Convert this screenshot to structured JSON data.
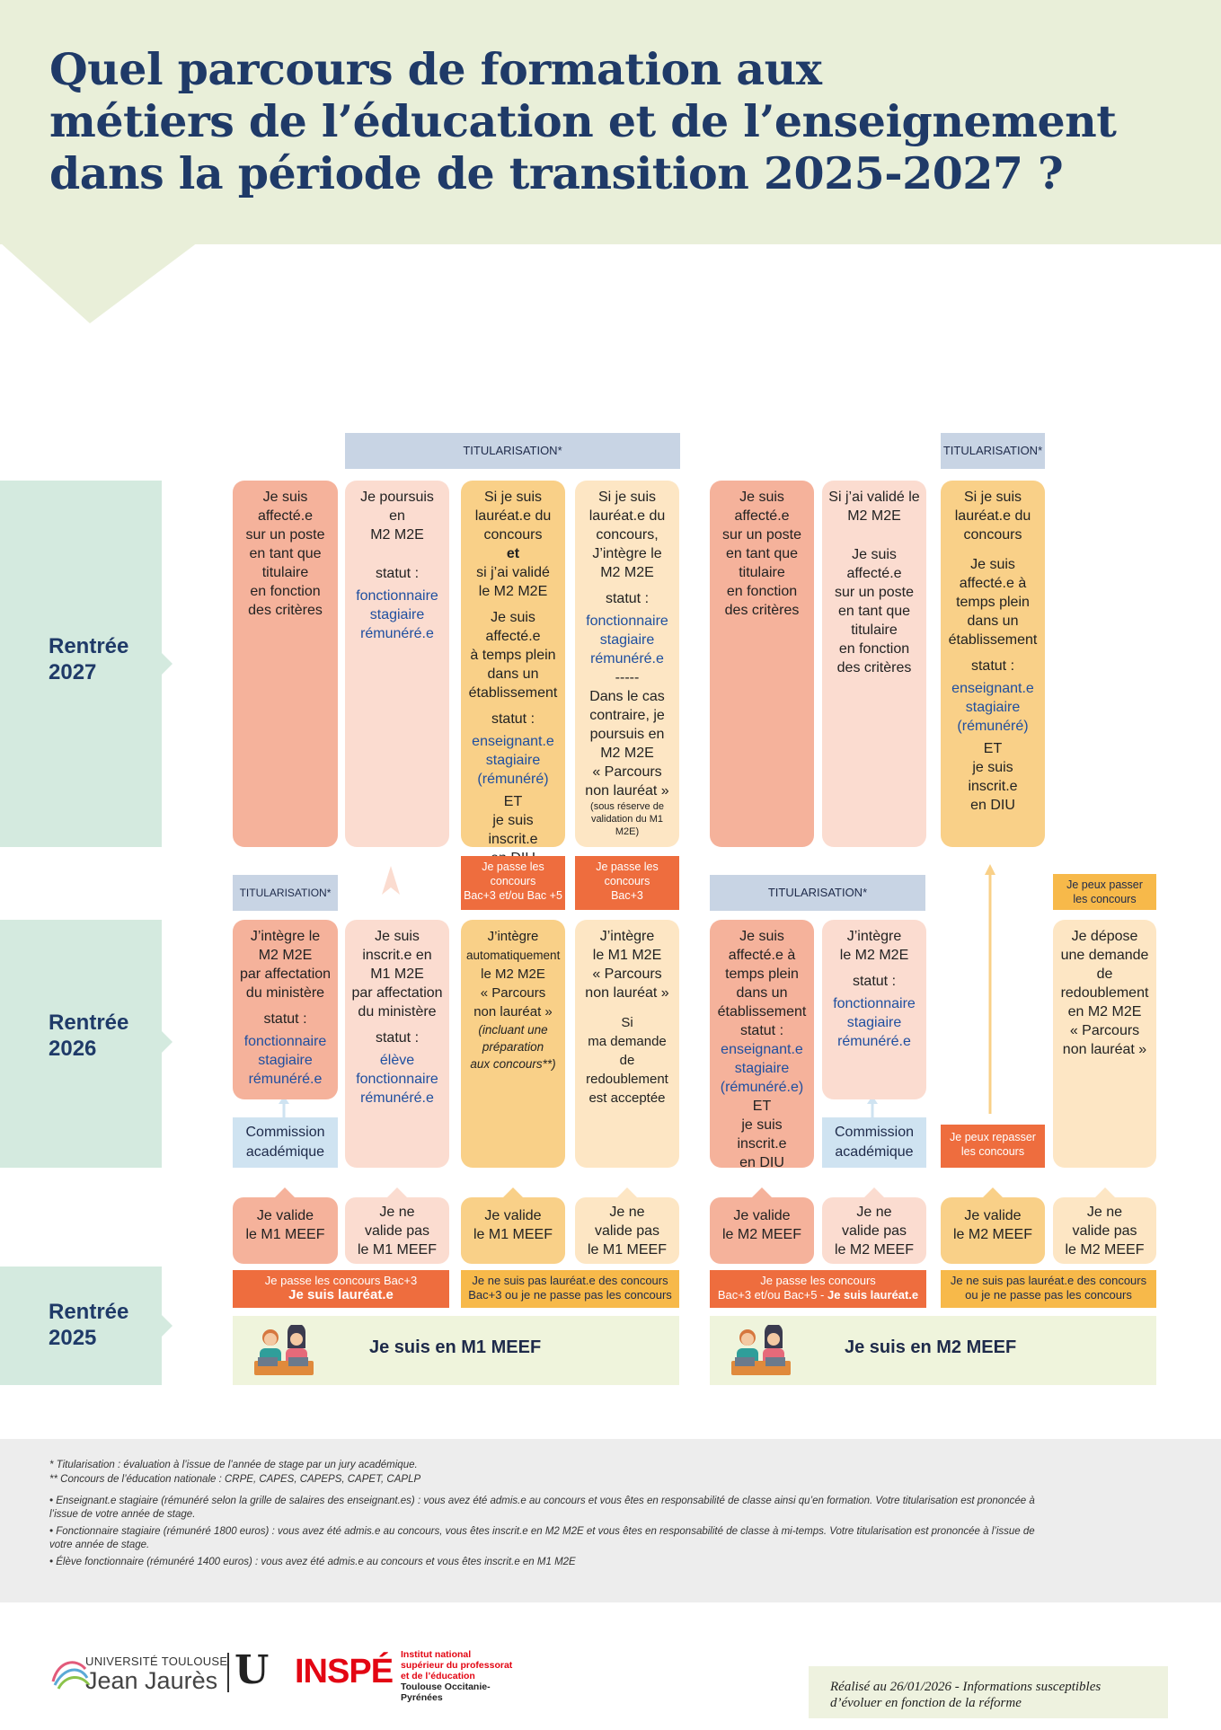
{
  "title": {
    "line1": "Quel parcours de formation aux",
    "line2": "métiers de l’éducation et de l’enseignement",
    "line3": "dans la période de transition 2025-2027 ?"
  },
  "rows": {
    "y2027": {
      "a": "Rentrée",
      "b": "2027"
    },
    "y2026": {
      "a": "Rentrée",
      "b": "2026"
    },
    "y2025": {
      "a": "Rentrée",
      "b": "2025"
    }
  },
  "titularisation": "TITULARISATION*",
  "r2027": {
    "b1": [
      "Je suis",
      "affecté.e",
      "sur un poste",
      "en tant que",
      "titulaire",
      "en fonction",
      "des critères"
    ],
    "b2": {
      "t1": "Je poursuis",
      "t2": "en",
      "t3": "M2 M2E",
      "statut": "statut :",
      "s1": "fonctionnaire",
      "s2": "stagiaire",
      "s3": "rémunéré.e"
    },
    "b3": {
      "t1": "Si je suis",
      "t2": "lauréat.e du",
      "t3": "concours",
      "et": "et",
      "t4": "si j’ai validé",
      "t5": "le M2 M2E",
      "t6": "Je suis affecté.e",
      "t7": "à temps plein",
      "t8": "dans un",
      "t9": "établissement",
      "statut": "statut :",
      "s1": "enseignant.e",
      "s2": "stagiaire",
      "s3": "(rémunéré)",
      "et2": "ET",
      "d1": "je suis inscrit.e",
      "d2": "en DIU"
    },
    "b4": {
      "t1": "Si je suis",
      "t2": "lauréat.e du",
      "t3": "concours,",
      "t4": "J’intègre le",
      "t5": "M2 M2E",
      "statut": "statut :",
      "s1": "fonctionnaire",
      "s2": "stagiaire",
      "s3": "rémunéré.e",
      "sep": "-----",
      "c1": "Dans le cas",
      "c2": "contraire, je",
      "c3": "poursuis en",
      "c4": "M2 M2E",
      "c5": "« Parcours",
      "c6": "non lauréat »",
      "n1": "(sous réserve de",
      "n2": "validation du M1 M2E)"
    },
    "b5": [
      "Je suis",
      "affecté.e",
      "sur un poste",
      "en tant que",
      "titulaire",
      "en fonction",
      "des critères"
    ],
    "b6": {
      "t1": "Si j’ai validé le",
      "t2": "M2 M2E",
      "t3": "Je suis",
      "t4": "affecté.e",
      "t5": "sur un poste",
      "t6": "en tant que",
      "t7": "titulaire",
      "t8": "en fonction",
      "t9": "des critères"
    },
    "b7": {
      "t1": "Si je suis",
      "t2": "lauréat.e du",
      "t3": "concours",
      "t4": "Je suis",
      "t5": "affecté.e à",
      "t6": "temps plein",
      "t7": "dans un",
      "t8": "établissement",
      "statut": "statut :",
      "s1": "enseignant.e",
      "s2": "stagiaire",
      "s3": "(rémunéré)",
      "et": "ET",
      "d1": "je suis inscrit.e",
      "d2": "en DIU"
    }
  },
  "mid_tags": {
    "t1": {
      "a": "Je passe les",
      "b": "concours",
      "c": "Bac+3 et/ou Bac +5"
    },
    "t2": {
      "a": "Je passe les",
      "b": "concours",
      "c": "Bac+3"
    },
    "t3": {
      "a": "Je peux passer",
      "b": "les concours"
    }
  },
  "r2026": {
    "b1": {
      "t1": "J’intègre le",
      "t2": "M2 M2E",
      "t3": "par affectation",
      "t4": "du ministère",
      "statut": "statut :",
      "s1": "fonctionnaire",
      "s2": "stagiaire",
      "s3": "rémunéré.e"
    },
    "b2": {
      "t1": "Je suis",
      "t2": "inscrit.e en",
      "t3": "M1 M2E",
      "t4": "par affectation",
      "t5": "du ministère",
      "statut": "statut :",
      "s1": "élève",
      "s2": "fonctionnaire",
      "s3": "rémunéré.e"
    },
    "b3": {
      "t1": "J’intègre",
      "t2": "automatiquement",
      "t3": "le M2 M2E",
      "t4": "« Parcours",
      "t5": "non lauréat »",
      "i1": "(incluant une",
      "i2": "préparation",
      "i3": "aux concours**)"
    },
    "b4": {
      "t1": "J’intègre",
      "t2": "le M1 M2E",
      "t3": "« Parcours",
      "t4": "non lauréat »",
      "t5": "Si",
      "t6": "ma demande de",
      "t7": "redoublement",
      "t8": "est acceptée"
    },
    "b5": {
      "t1": "Je suis",
      "t2": "affecté.e à",
      "t3": "temps plein",
      "t4": "dans un",
      "t5": "établissement",
      "statut": "statut :",
      "s1": "enseignant.e",
      "s2": "stagiaire",
      "s3": "(rémunéré.e)",
      "et": "ET",
      "d1": "je suis inscrit.e",
      "d2": "en DIU"
    },
    "b6": {
      "t1": "J’intègre",
      "t2": "le M2 M2E",
      "statut": "statut :",
      "s1": "fonctionnaire",
      "s2": "stagiaire",
      "s3": "rémunéré.e"
    },
    "b8": {
      "t1": "Je dépose",
      "t2": "une demande",
      "t3": "de",
      "t4": "redoublement",
      "t5": "en M2 M2E",
      "t6": "« Parcours",
      "t7": "non lauréat »"
    },
    "commission": {
      "a": "Commission",
      "b": "académique"
    },
    "repasser": {
      "a": "Je peux repasser",
      "b": "les concours"
    }
  },
  "r2025": {
    "v1": {
      "a": "Je valide",
      "b": "le M1 MEEF"
    },
    "v2": {
      "a": "Je ne",
      "b": "valide pas",
      "c": "le M1 MEEF"
    },
    "v3": {
      "a": "Je valide",
      "b": "le M1 MEEF"
    },
    "v4": {
      "a": "Je ne",
      "b": "valide pas",
      "c": "le M1 MEEF"
    },
    "v5": {
      "a": "Je valide",
      "b": "le M2 MEEF"
    },
    "v6": {
      "a": "Je ne",
      "b": "valide pas",
      "c": "le M2 MEEF"
    },
    "v7": {
      "a": "Je valide",
      "b": "le M2 MEEF"
    },
    "v8": {
      "a": "Je ne",
      "b": "valide pas",
      "c": "le M2 MEEF"
    },
    "s1": {
      "a": "Je passe les concours Bac+3",
      "b": "Je suis lauréat.e"
    },
    "s2": {
      "a": "Je ne suis pas lauréat.e des concours",
      "b": "Bac+3 ou je ne passe pas les concours"
    },
    "s3": {
      "a": "Je passe les concours",
      "b": "Bac+3 et/ou Bac+5 - ",
      "c": "Je suis lauréat.e"
    },
    "s4": {
      "a": "Je ne suis pas lauréat.e des concours",
      "b": "ou je ne passe pas les concours"
    },
    "m1": "Je suis en M1 MEEF",
    "m2": "Je suis en M2 MEEF"
  },
  "footnotes": {
    "f1": "* Titularisation : évaluation à l’issue de l’année de stage par un jury académique.",
    "f2": "** Concours de l’éducation nationale : CRPE, CAPES, CAPEPS, CAPET, CAPLP",
    "f3": "•   Enseignant.e stagiaire (rémunéré selon la grille de salaires des enseignant.es) : vous avez été admis.e au concours et vous êtes en responsabilité de classe ainsi qu’en formation. Votre titularisation est prononcée à",
    "f3b": "l’issue de votre année de stage.",
    "f4": "•   Fonctionnaire stagiaire (rémunéré 1800 euros) : vous avez été admis.e au concours, vous êtes inscrit.e en M2 M2E et  vous êtes en responsabilité de classe à mi-temps. Votre titularisation est prononcée à l’issue de",
    "f4b": "votre année de stage.",
    "f5": "•   Élève fonctionnaire (rémunéré 1400 euros) : vous avez été admis.e au concours et vous êtes inscrit.e en M1 M2E"
  },
  "logos": {
    "ut_a": "UNIVERSITÉ TOULOUSE",
    "ut_b": "Jean Jaurès",
    "ut_mark": "U",
    "inspe": "INSPÉ",
    "inspe_l1": "Institut national",
    "inspe_l2": "supérieur du professorat",
    "inspe_l3": "et de l’éducation",
    "inspe_l4": "Toulouse Occitanie-Pyrénées"
  },
  "realise": {
    "l1": "Réalisé au 26/01/2026 - Informations susceptibles",
    "l2": "d’évoluer en fonction de la réforme"
  },
  "icons": [
    "students-icon"
  ],
  "colors": {
    "title": "#1f3a68",
    "salmon": "#f5b29b",
    "orange": "#f9d088",
    "red": "#ee6d3e",
    "band": "#d4eadf"
  }
}
